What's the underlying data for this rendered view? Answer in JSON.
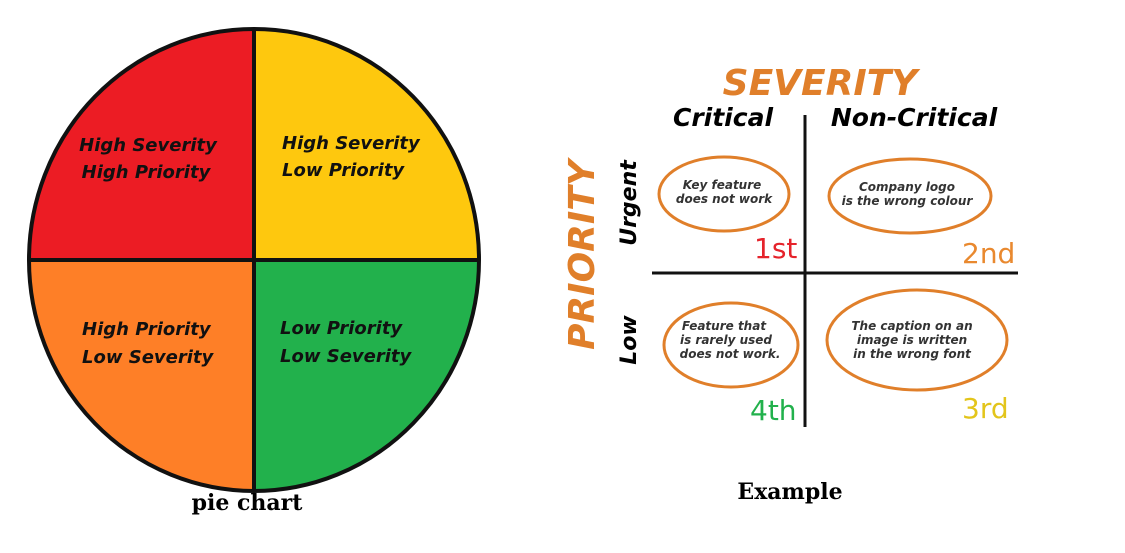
{
  "pie": {
    "quadrants": [
      {
        "id": "top-left",
        "line1": "High Severity",
        "line2": "High Priority",
        "color": "#ec1c24"
      },
      {
        "id": "top-right",
        "line1": "High Severity",
        "line2": "Low Priority",
        "color": "#fec80e"
      },
      {
        "id": "bottom-left",
        "line1": "High Priority",
        "line2": "Low Severity",
        "color": "#fe7f27"
      },
      {
        "id": "bottom-right",
        "line1": "Low Priority",
        "line2": "Low Severity",
        "color": "#22b14c"
      }
    ],
    "caption": "pie chart"
  },
  "matrix": {
    "severity_label": "SEVERITY",
    "priority_label": "PRIORITY",
    "accent_color": "#e07f2a",
    "columns": [
      "Critical",
      "Non-Critical"
    ],
    "rows": [
      "Urgent",
      "Low"
    ],
    "cells": [
      {
        "lines": [
          "Key feature",
          "does not work"
        ],
        "rank": "1st",
        "rank_color": "#e5232b"
      },
      {
        "lines": [
          "Company logo",
          "is the wrong colour"
        ],
        "rank": "2nd",
        "rank_color": "#e9892f"
      },
      {
        "lines": [
          "Feature that",
          "is rarely used",
          "does not work."
        ],
        "rank": "4th",
        "rank_color": "#22b14c"
      },
      {
        "lines": [
          "The caption on an",
          "image is written",
          "in the wrong font"
        ],
        "rank": "3rd",
        "rank_color": "#e3c51b"
      }
    ],
    "caption": "Example"
  }
}
